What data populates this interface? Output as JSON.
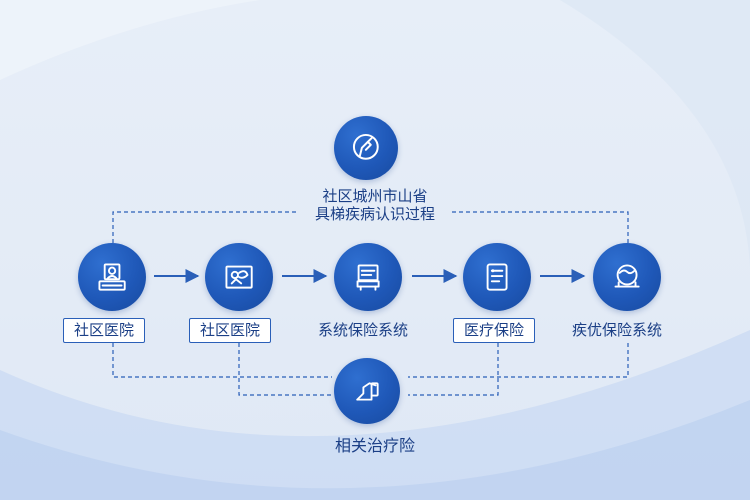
{
  "top_node": {
    "icon": "hand-with-pill-icon",
    "title_line1": "社区城州市山省",
    "title_line2": "具梯疾病认识过程"
  },
  "flow_nodes": [
    {
      "icon": "medical-record-icon",
      "label": "社区医院"
    },
    {
      "icon": "doctor-icon",
      "label": "社区医院"
    },
    {
      "icon": "insurance-system-icon",
      "label": "系统保险系统"
    },
    {
      "icon": "document-icon",
      "label": "医疗保险"
    },
    {
      "icon": "globe-icon",
      "label": "疾优保险系统"
    }
  ],
  "bottom_node": {
    "icon": "treatment-icon",
    "title": "相关治疗险"
  },
  "colors": {
    "accent": "#1f58b8",
    "text": "#1b3f86",
    "line": "#2a5fb8",
    "background": "#e5edf7"
  }
}
